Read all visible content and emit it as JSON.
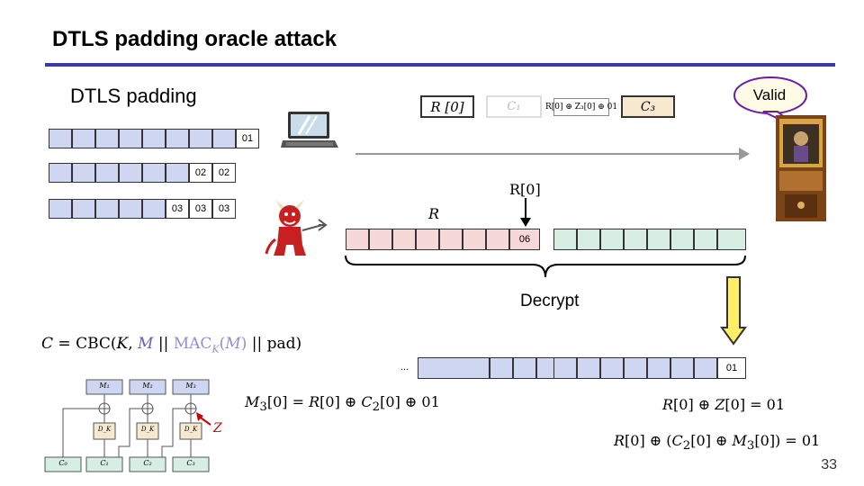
{
  "title": "DTLS padding oracle attack",
  "section": "DTLS padding",
  "padding_rows": [
    [
      "",
      "",
      "",
      "",
      "",
      "",
      "",
      "",
      "01"
    ],
    [
      "",
      "",
      "",
      "",
      "",
      "",
      "",
      "02",
      "02"
    ],
    [
      "",
      "",
      "",
      "",
      "",
      "03",
      "03",
      "03"
    ]
  ],
  "packet": {
    "r0": "R [0]",
    "c1": "C₁",
    "formula_small": "R[0] ⊕ Z₃[0] ⊕ 01",
    "c3": "C₃"
  },
  "oracle": {
    "response": "Valid"
  },
  "decrypt": {
    "r_label": "R",
    "r0_label": "R[0]",
    "pointed_byte": "06",
    "label": "Decrypt",
    "ellipsis": "...",
    "result_byte": "01"
  },
  "equations": {
    "cbc": "C = CBC(K, M || MAC_K(M) || pad)",
    "m3": "M₃[0] = R[0] ⊕ C₂[0] ⊕ 01",
    "rz": "R[0] ⊕ Z[0] = 01",
    "final": "R[0] ⊕ (C₂[0] ⊕ M₃[0]) = 01"
  },
  "cbc_diagram": {
    "m_labels": [
      "M₁",
      "M₂",
      "M₃"
    ],
    "dk_labels": [
      "D_K",
      "D_K",
      "D_K"
    ],
    "c_labels": [
      "C₀",
      "C₁",
      "C₂",
      "C₃"
    ],
    "z_label": "Z"
  },
  "page_number": "33",
  "colors": {
    "rule": "#3b3b9a",
    "lavender": "#cfd6f2",
    "pink": "#f7d8d8",
    "mint": "#d6efe2",
    "accent_red": "#cc0000",
    "arrow_yellow": "#ffee66"
  }
}
